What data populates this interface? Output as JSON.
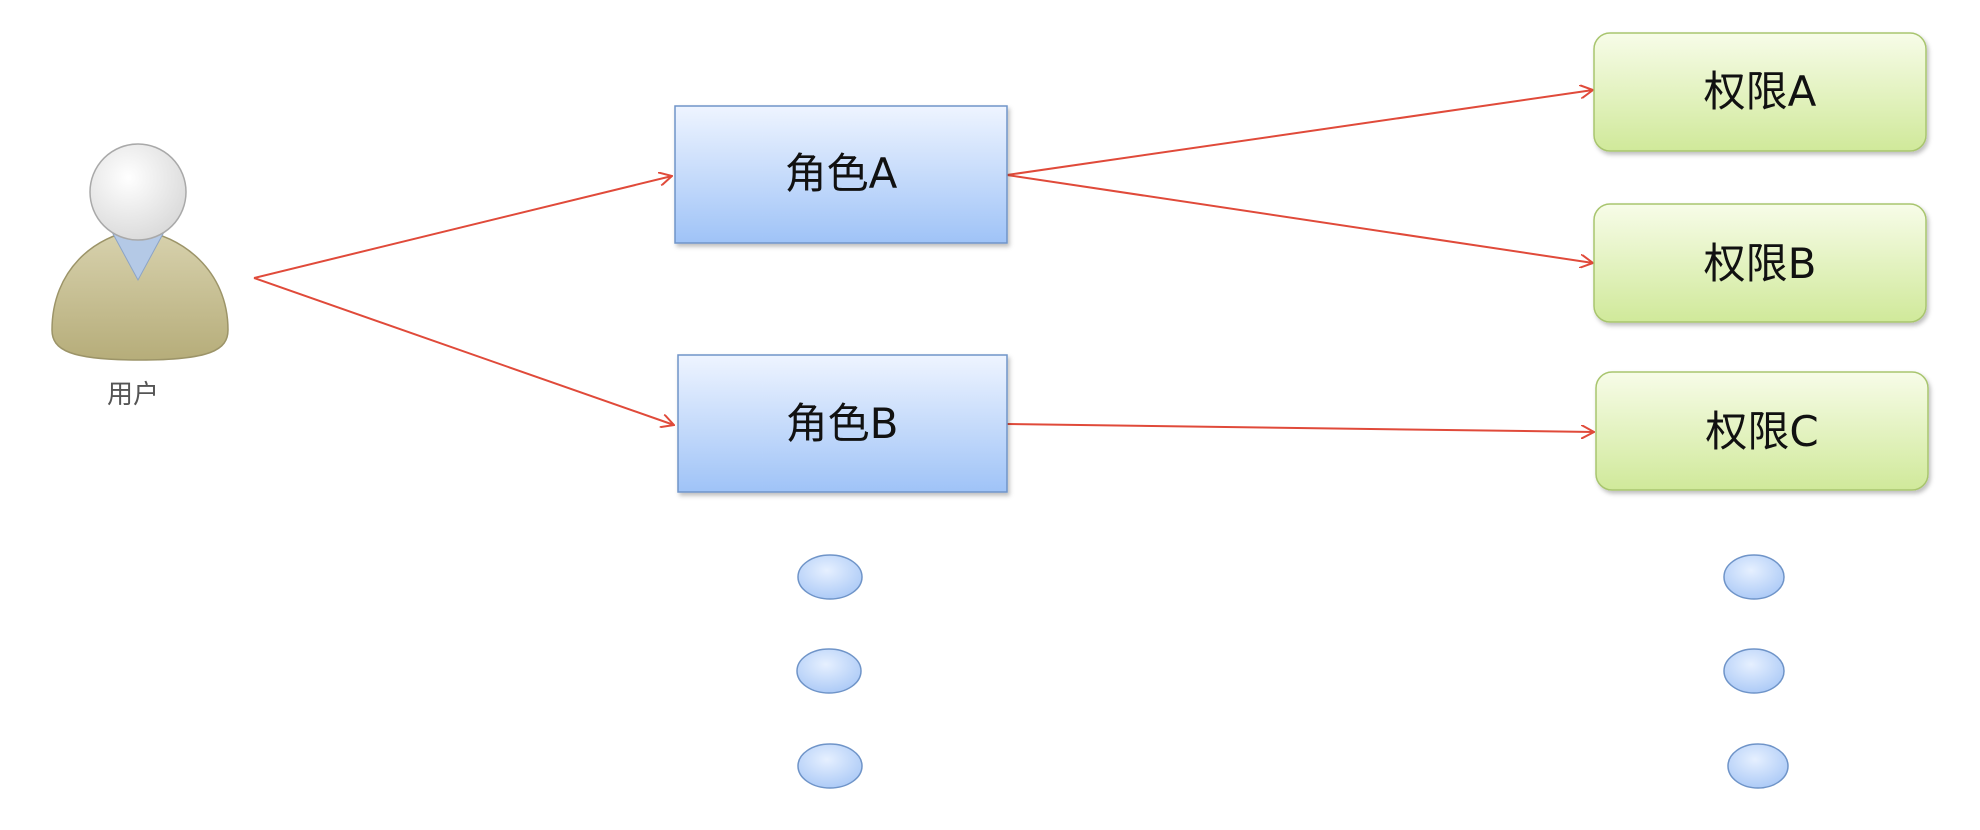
{
  "user": {
    "label": "用户"
  },
  "roles": [
    {
      "label": "角色A"
    },
    {
      "label": "角色B"
    }
  ],
  "permissions": [
    {
      "label": "权限A"
    },
    {
      "label": "权限B"
    },
    {
      "label": "权限C"
    }
  ],
  "colors": {
    "arrow": "#e04a3a",
    "role_fill_top": "#eef4ff",
    "role_fill_bottom": "#9fc3f7",
    "role_border": "#6f94c8",
    "permission_fill_top": "#f6fbe6",
    "permission_fill_bottom": "#d2ea9d",
    "permission_border": "#a8c56e",
    "ellipsis_fill": "#b9d3fb",
    "ellipsis_border": "#6f94c8",
    "user_head": "#f1f1f1",
    "user_body": "#c9c08e"
  }
}
